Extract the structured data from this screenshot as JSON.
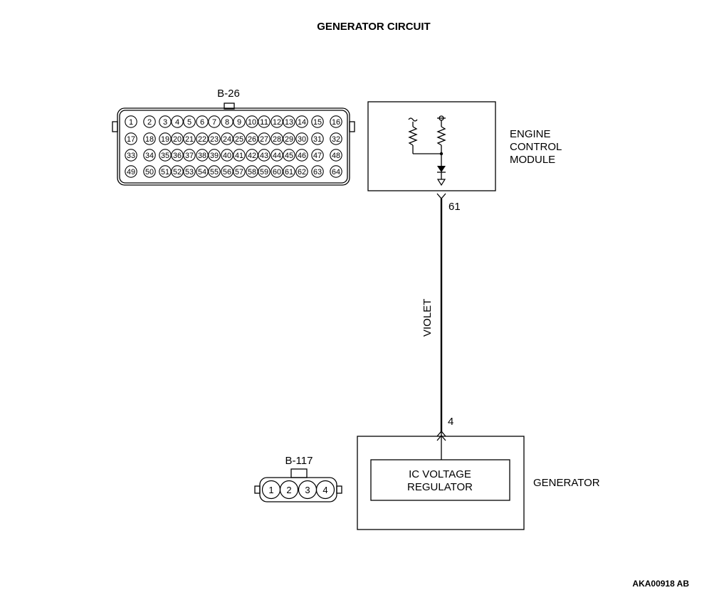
{
  "title": "GENERATOR CIRCUIT",
  "connector_b26": {
    "label": "B-26",
    "rows": [
      [
        "1",
        "2",
        "3",
        "4",
        "5",
        "6",
        "7",
        "8",
        "9",
        "10",
        "11",
        "12",
        "13",
        "14",
        "15",
        "16"
      ],
      [
        "17",
        "18",
        "19",
        "20",
        "21",
        "22",
        "23",
        "24",
        "25",
        "26",
        "27",
        "28",
        "29",
        "30",
        "31",
        "32"
      ],
      [
        "33",
        "34",
        "35",
        "36",
        "37",
        "38",
        "39",
        "40",
        "41",
        "42",
        "43",
        "44",
        "45",
        "46",
        "47",
        "48"
      ],
      [
        "49",
        "50",
        "51",
        "52",
        "53",
        "54",
        "55",
        "56",
        "57",
        "58",
        "59",
        "60",
        "61",
        "62",
        "63",
        "64"
      ]
    ]
  },
  "ecm": {
    "line1": "ENGINE",
    "line2": "CONTROL",
    "line3": "MODULE",
    "terminal": "61"
  },
  "wire": {
    "color": "VIOLET"
  },
  "generator": {
    "label": "GENERATOR",
    "terminal": "4",
    "inner_line1": "IC VOLTAGE",
    "inner_line2": "REGULATOR"
  },
  "connector_b117": {
    "label": "B-117",
    "pins": [
      "1",
      "2",
      "3",
      "4"
    ]
  },
  "figure_code": "AKA00918 AB"
}
